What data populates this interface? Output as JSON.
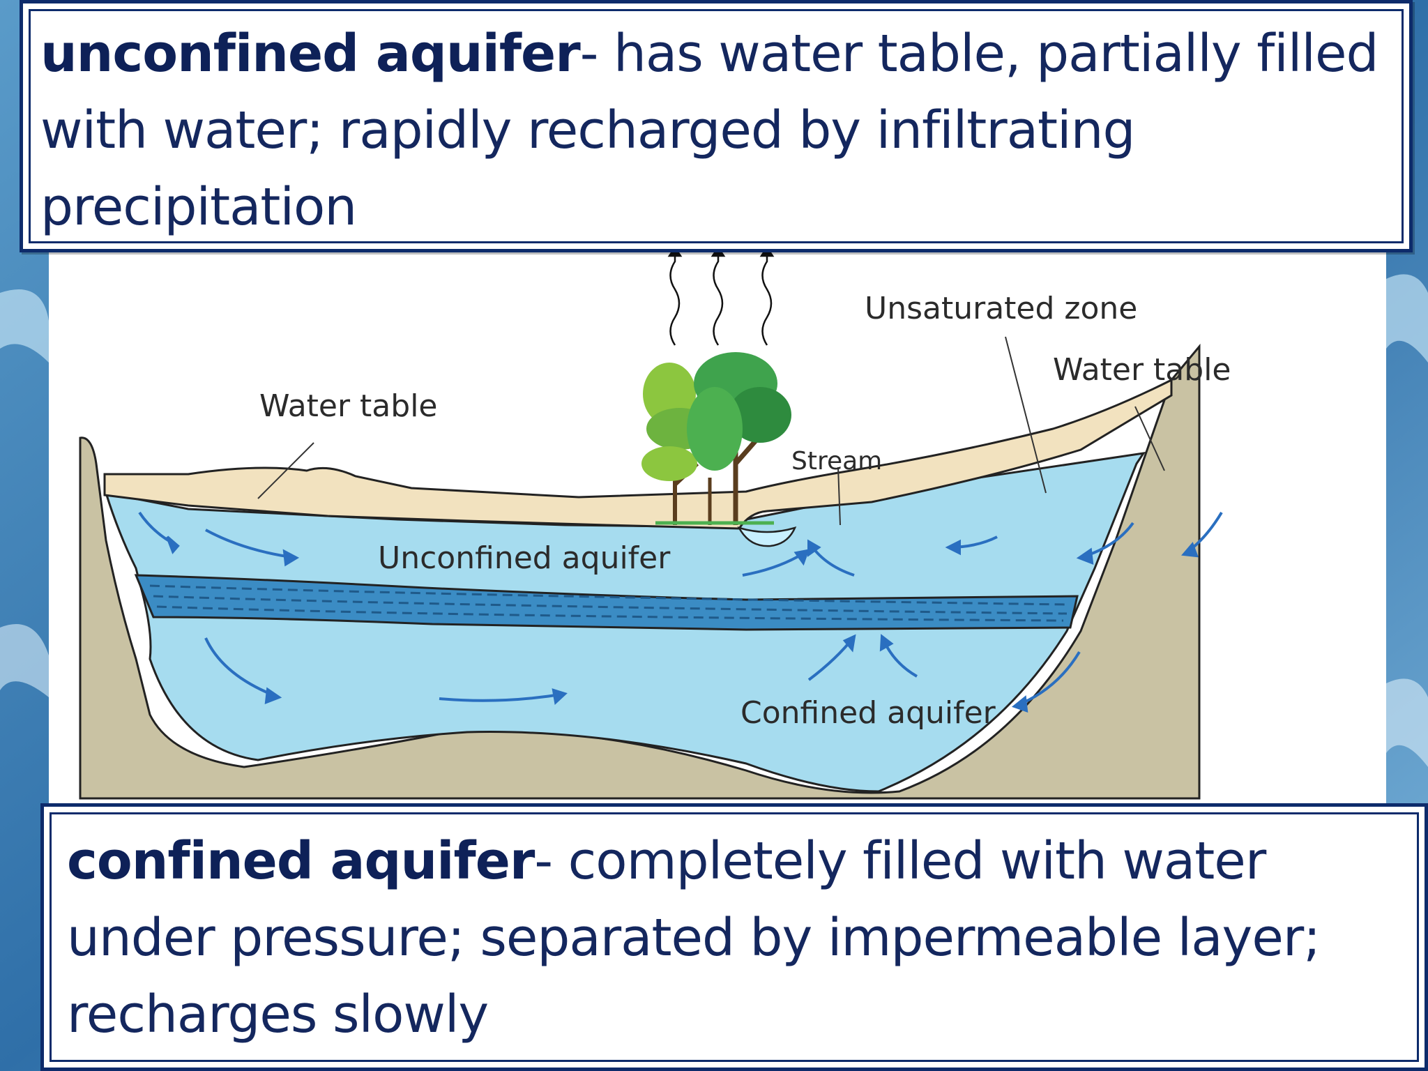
{
  "unconfined_box": {
    "term": "unconfined aquifer",
    "text": "- has water table, partially filled with water; rapidly recharged by infiltrating precipitation"
  },
  "confined_box": {
    "term": "confined aquifer",
    "text": "- completely filled with water under pressure; separated by impermeable layer; recharges slowly"
  },
  "diagram": {
    "labels": {
      "unsaturated_zone": "Unsaturated zone",
      "water_table_right": "Water table",
      "water_table_left": "Water table",
      "stream": "Stream",
      "unconfined_aquifer": "Unconfined aquifer",
      "confined_aquifer": "Confined aquifer"
    },
    "colors": {
      "rock": "#c9c2a3",
      "soil": "#f2e2bf",
      "water": "#a6dcef",
      "impermeable_layer": "#3b8cc4",
      "flow_arrow": "#2a6fc0",
      "text": "#0e2158",
      "border": "#0d2b6b"
    }
  }
}
